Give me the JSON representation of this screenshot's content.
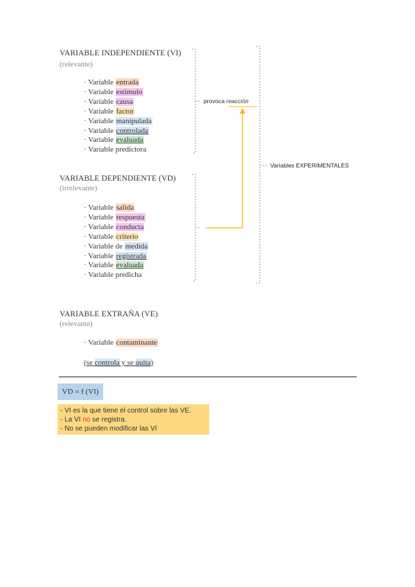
{
  "vi": {
    "title": "VARIABLE INDEPENDIENTE (VI)",
    "subtitle": "(relevante)",
    "items": [
      {
        "prefix": "· Variable ",
        "word": "entrada"
      },
      {
        "prefix": "· Variable ",
        "word": "estímulo"
      },
      {
        "prefix": "· Variable ",
        "word": "causa"
      },
      {
        "prefix": "· Variable ",
        "word": "factor"
      },
      {
        "prefix": "· Variable ",
        "word": "manipulada"
      },
      {
        "prefix": "· Variable ",
        "word": "controlada"
      },
      {
        "prefix": "· Variable ",
        "word": "evaluada"
      },
      {
        "prefix": "· Variable ",
        "word": "predictora"
      }
    ]
  },
  "vd": {
    "title": "VARIABLE DEPENDIENTE (VD)",
    "subtitle": "(irrelevante)",
    "items": [
      {
        "prefix": "· Variable ",
        "word": "salida"
      },
      {
        "prefix": "· Variable ",
        "word": "respuesta"
      },
      {
        "prefix": "· Variable ",
        "word": "conducta"
      },
      {
        "prefix": "· Variable ",
        "word": "criterio"
      },
      {
        "prefix": "· Variable de ",
        "word": "medida"
      },
      {
        "prefix": "· Variable ",
        "word": "registrada"
      },
      {
        "prefix": "· Variable ",
        "word": "evaluada"
      },
      {
        "prefix": "· Variable ",
        "word": "predicha"
      }
    ]
  },
  "ve": {
    "title": "VARIABLE EXTRAÑA (VE)",
    "subtitle": "(relevante)",
    "item_prefix": "· Variable ",
    "item_word": "contaminante",
    "control_part1": "(se ",
    "control_word1": "controla",
    "control_part2": " y se ",
    "control_word2": "quita",
    "control_part3": ")"
  },
  "annotations": {
    "provoca": "provoca ",
    "reaccion": "reacción",
    "experimentales": "Variables EXPERIMENTALES"
  },
  "formula": "VD = f (VI)",
  "notes": {
    "line1": "- VI es la que tiene el control sobre las VE.",
    "line2_a": "- La VI ",
    "line2_no": "no",
    "line2_b": " se registra.",
    "line3": "- No se pueden modificar las VI"
  },
  "colors": {
    "orange_highlight": "#fbd9c4",
    "pink_highlight": "#f3c7f0",
    "yellow_highlight": "#fde6bd",
    "blue_highlight": "#d6e5f5",
    "green_highlight": "#d2e9d4",
    "arrow": "#f5b800",
    "formula_box": "#b8d3ec",
    "notes_box": "#fcd980",
    "red_text": "#e0301e"
  }
}
